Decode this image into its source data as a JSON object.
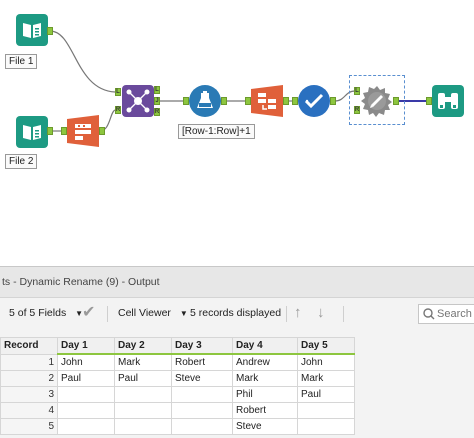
{
  "canvas": {
    "annotations": {
      "file1": "File 1",
      "file2": "File 2",
      "formula": "[Row-1:Row]+1"
    },
    "anchors": {
      "join_left": "L",
      "join_right": "R",
      "join_out_left": "L",
      "join_out_join": "J",
      "join_out_right": "R",
      "rename_left": "L",
      "rename_right": "R"
    },
    "colors": {
      "input": "#1d9a83",
      "join": "#6a4a9c",
      "formula": "#2a7ab5",
      "transform": "#e0603a",
      "filter": "#2a70c0",
      "rename": "#8a8a8a",
      "browse": "#1d9a83",
      "anchor": "#8dc63f"
    }
  },
  "results": {
    "title": "ts - Dynamic Rename (9) - Output",
    "fields_label": "5 of 5 Fields",
    "cell_viewer_label": "Cell Viewer",
    "records_label": "5 records displayed",
    "search_placeholder": "Search",
    "columns": [
      "Record",
      "Day 1",
      "Day 2",
      "Day 3",
      "Day 4",
      "Day 5"
    ],
    "rows": [
      [
        "1",
        "John",
        "Mark",
        "Robert",
        "Andrew",
        "John"
      ],
      [
        "2",
        "Paul",
        "Paul",
        "Steve",
        "Mark",
        "Mark"
      ],
      [
        "3",
        "",
        "",
        "",
        "Phil",
        "Paul"
      ],
      [
        "4",
        "",
        "",
        "",
        "Robert",
        ""
      ],
      [
        "5",
        "",
        "",
        "",
        "Steve",
        ""
      ]
    ]
  }
}
